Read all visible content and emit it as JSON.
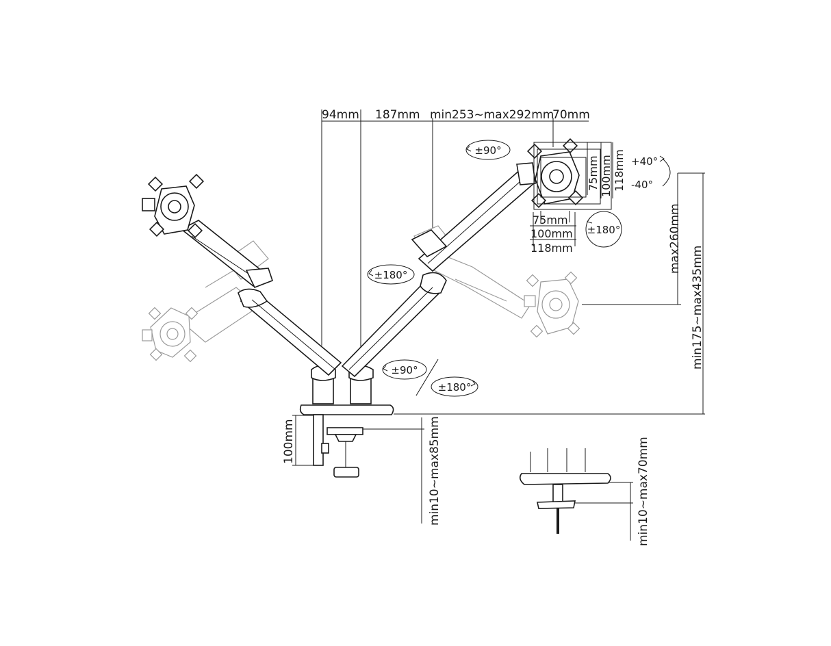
{
  "dimensions": {
    "top_94": "94mm",
    "top_187": "187mm",
    "top_min_max": "min253~max292mm",
    "top_70": "70mm",
    "vesa_75_v": "75mm",
    "vesa_100_v": "100mm",
    "vesa_118_v": "118mm",
    "vesa_75_h": "75mm",
    "vesa_100_h": "100mm",
    "vesa_118_h": "118mm",
    "max260": "max260mm",
    "height_range": "min175~max435mm",
    "clamp_100": "100mm",
    "clamp_range": "min10~max85mm",
    "grommet_range": "min10~max70mm"
  },
  "rotations": {
    "tilt_up": "+40°",
    "tilt_down": "-40°",
    "swivel_top": "±90°",
    "rotate_head": "±180°",
    "rotate_elbow": "±180°",
    "swivel_base": "±90°",
    "rotate_base": "±180°"
  }
}
